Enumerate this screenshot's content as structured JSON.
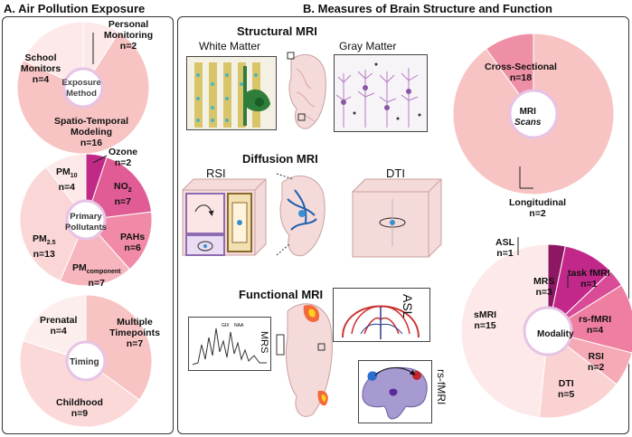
{
  "panel_a": {
    "title": "A. Air Pollution Exposure",
    "exposure": {
      "center": "Exposure Method",
      "personal": {
        "name": "Personal Monitoring",
        "n": "n=2"
      },
      "school": {
        "name": "School Monitors",
        "n": "n=4"
      },
      "spatio": {
        "name": "Spatio-Temporal Modeling",
        "n": "n=16"
      }
    },
    "pollutants": {
      "center": "Primary Pollutants",
      "ozone": {
        "name": "Ozone",
        "n": "n=2"
      },
      "no2": {
        "name": "NO",
        "sub": "2",
        "n": "n=7"
      },
      "pahs": {
        "name": "PAHs",
        "n": "n=6"
      },
      "pmcomp": {
        "name": "PM",
        "sub": "component",
        "n": "n=7"
      },
      "pm25": {
        "name": "PM",
        "sub": "2.5",
        "n": "n=13"
      },
      "pm10": {
        "name": "PM",
        "sub": "10",
        "n": "n=4"
      }
    },
    "timing": {
      "center": "Timing",
      "prenatal": {
        "name": "Prenatal",
        "n": "n=4"
      },
      "multiple": {
        "name": "Multiple Timepoints",
        "n": "n=7"
      },
      "childhood": {
        "name": "Childhood",
        "n": "n=9"
      }
    }
  },
  "panel_b": {
    "title": "B. Measures of Brain Structure and Function",
    "structural": {
      "title": "Structural MRI",
      "white": "White Matter",
      "gray": "Gray Matter"
    },
    "diffusion": {
      "title": "Diffusion MRI",
      "rsi": "RSI",
      "dti": "DTI"
    },
    "functional": {
      "title": "Functional MRI",
      "mrs": "MRS",
      "asl": "ASL",
      "rsfmri": "rs-fMRI",
      "spec_labels": [
        "GIX",
        "NAA"
      ]
    },
    "scans": {
      "center_top": "MRI",
      "center_bottom": "Scans",
      "cross": {
        "name": "Cross-Sectional",
        "n": "n=18"
      },
      "longi": {
        "name": "Longitudinal",
        "n": "n=2"
      }
    },
    "modality": {
      "center": "Modality",
      "asl": {
        "name": "ASL",
        "n": "n=1"
      },
      "task": {
        "name": "task fMRI",
        "n": "n=1"
      },
      "mrs": {
        "name": "MRS",
        "n": "n=3"
      },
      "rsf": {
        "name": "rs-fMRI",
        "n": "n=4"
      },
      "rsi": {
        "name": "RSI",
        "n": "n=2"
      },
      "dti": {
        "name": "DTI",
        "n": "n=5"
      },
      "smri": {
        "name": "sMRI",
        "n": "n=15"
      }
    }
  },
  "colors": {
    "pale": "#fbe9e8",
    "light": "#f6c9c9",
    "mid": "#ef9fa9",
    "pink": "#e66f95",
    "magenta": "#c2288a",
    "dark": "#8e1763"
  },
  "charts": {
    "exposure": [
      {
        "key": "personal",
        "value": 2,
        "color": "#fde9e9"
      },
      {
        "key": "spatio",
        "value": 16,
        "color": "#f8c3c3"
      },
      {
        "key": "school",
        "value": 4,
        "color": "#fde9e9"
      }
    ],
    "pollutants": [
      {
        "key": "ozone",
        "value": 2,
        "color": "#c12987"
      },
      {
        "key": "no2",
        "value": 7,
        "color": "#e15b95"
      },
      {
        "key": "pahs",
        "value": 6,
        "color": "#f08aa6"
      },
      {
        "key": "pmcomp",
        "value": 7,
        "color": "#f7b6bd"
      },
      {
        "key": "pm25",
        "value": 13,
        "color": "#fbd6d6"
      },
      {
        "key": "pm10",
        "value": 4,
        "color": "#fde9e9"
      }
    ],
    "timing": [
      {
        "key": "multiple",
        "value": 7,
        "color": "#f8c3c3"
      },
      {
        "key": "childhood",
        "value": 9,
        "color": "#fbd9d9"
      },
      {
        "key": "prenatal",
        "value": 4,
        "color": "#fdeeee"
      }
    ],
    "scans": [
      {
        "key": "cross",
        "value": 18,
        "color": "#f8c3c3"
      },
      {
        "key": "longi",
        "value": 2,
        "color": "#ef8fa6"
      }
    ],
    "modality": [
      {
        "key": "asl",
        "value": 1,
        "color": "#8e1763"
      },
      {
        "key": "mrs",
        "value": 3,
        "color": "#c2288a"
      },
      {
        "key": "task",
        "value": 1,
        "color": "#d94a97"
      },
      {
        "key": "rsf",
        "value": 4,
        "color": "#ef7fa0"
      },
      {
        "key": "rsi",
        "value": 2,
        "color": "#f6aab6"
      },
      {
        "key": "dti",
        "value": 5,
        "color": "#fbd2d2"
      },
      {
        "key": "smri",
        "value": 15,
        "color": "#fde9e9"
      }
    ]
  }
}
